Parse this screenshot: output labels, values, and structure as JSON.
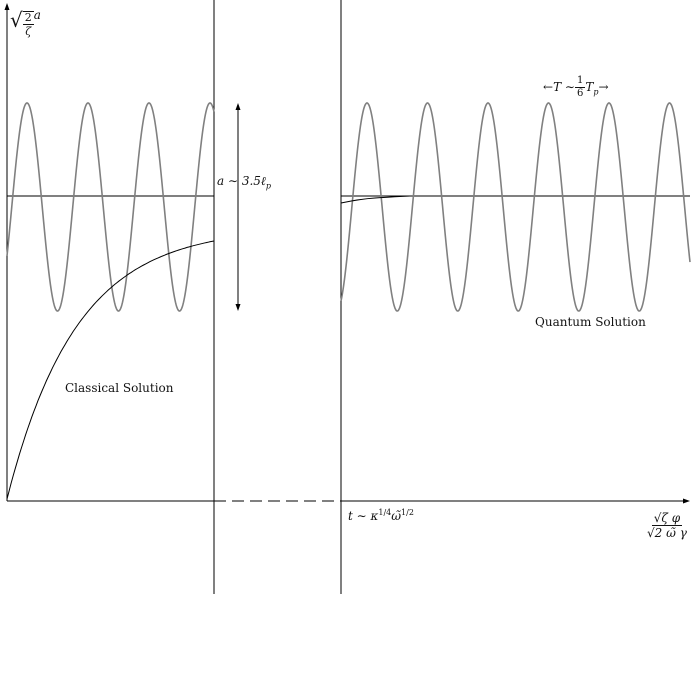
{
  "labels": {
    "y_axis": {
      "sqrt_num": "2",
      "sqrt_den": "ζ",
      "var": "a"
    },
    "x_axis": {
      "num": "√ζ φ",
      "den": "√2 ω̃ γ"
    },
    "amplitude": "a ∼ 3.5ℓ",
    "amplitude_sub": "p",
    "time_mark": "t ∼ κ",
    "time_exp1": "1/4",
    "time_mid": "ω̃",
    "time_exp2": "1/2",
    "classical": "Classical Solution",
    "quantum": "Quantum Solution",
    "period_left_arrow": "←",
    "period_T": "T ∼",
    "period_num": "1",
    "period_den": "6",
    "period_Tp": "T",
    "period_sub": "p",
    "period_right_arrow": "→"
  },
  "colors": {
    "axis": "#000000",
    "wave": "#808080",
    "curve": "#000000"
  }
}
